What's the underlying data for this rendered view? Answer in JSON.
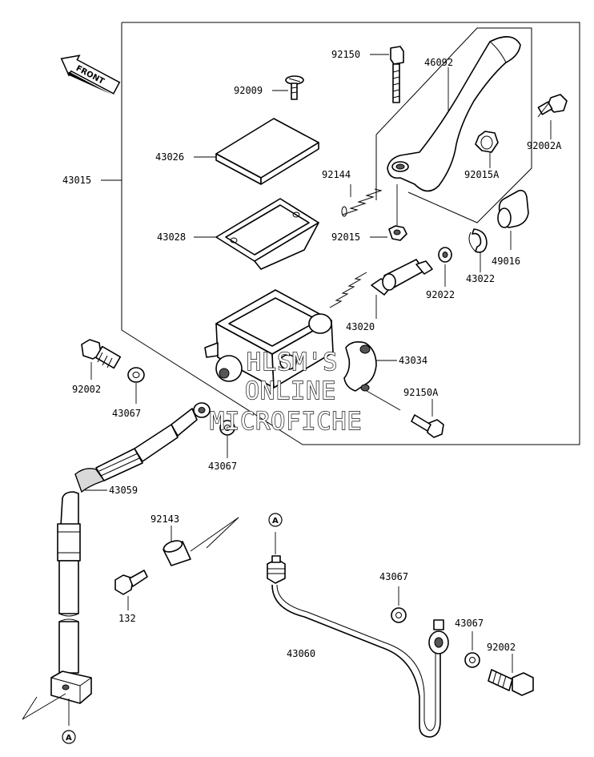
{
  "diagram": {
    "front_label": "FRONT",
    "part_numbers": {
      "p92150": "92150",
      "p46092": "46092",
      "p92009": "92009",
      "p43026": "43026",
      "p43015": "43015",
      "p92002A": "92002A",
      "p92144": "92144",
      "p92015A": "92015A",
      "p43028": "43028",
      "p92015": "92015",
      "p92022": "92022",
      "p43022": "43022",
      "p49016": "49016",
      "p43020": "43020",
      "p43034": "43034",
      "p92002_top": "92002",
      "p43067_a": "43067",
      "p92150A": "92150A",
      "p43067_b": "43067",
      "p43059": "43059",
      "p92143": "92143",
      "p132": "132",
      "p43067_c": "43067",
      "p43067_d": "43067",
      "p92002_bottom": "92002",
      "p43060": "43060"
    },
    "ref_mark_top": "A",
    "ref_mark_bottom": "A"
  },
  "watermark": {
    "line1": "HLSM'S",
    "line2": "ONLINE",
    "line3": "MICROFICHE"
  }
}
